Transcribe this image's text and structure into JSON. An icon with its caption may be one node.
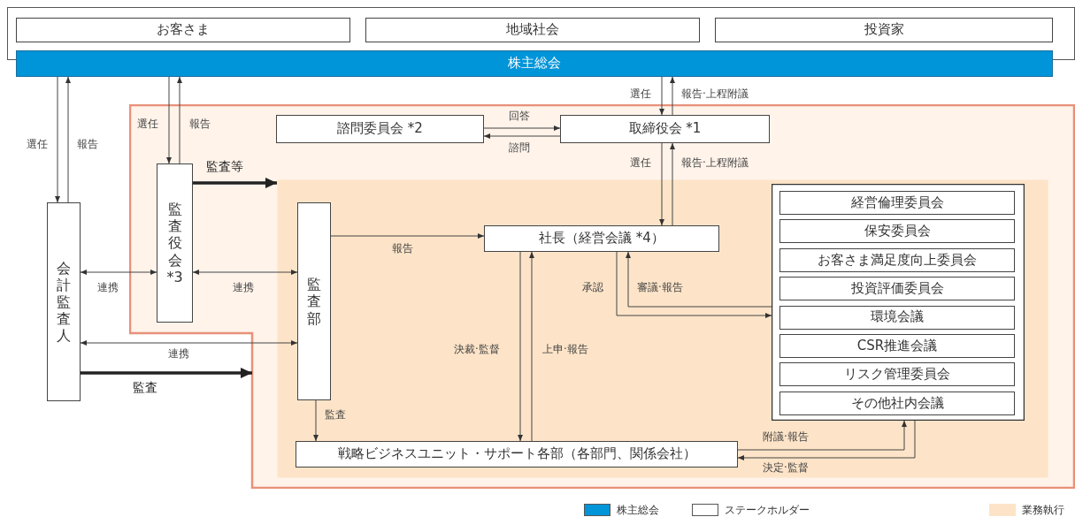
{
  "diagram": {
    "nodes": [
      {
        "text": [],
        "shape": "box"
      },
      {
        "text": [
          "お客さま"
        ],
        "in": 0
      },
      {
        "text": [
          "地域社会"
        ],
        "in": 0
      },
      {
        "text": [
          "投資家"
        ],
        "in": 0
      },
      {
        "text": [
          "株主総会"
        ]
      },
      {
        "text": [
          "会計監査人"
        ]
      },
      {
        "text": [],
        "shape": "box"
      },
      {
        "text": [
          "監査役会 *3"
        ],
        "in": 6
      },
      {
        "text": [
          "諮問委員会 *2"
        ],
        "in": 6
      },
      {
        "text": [
          "取締役会 *1"
        ],
        "in": 6
      },
      {
        "text": [],
        "shape": "box",
        "in": 6
      },
      {
        "text": [
          "監査部"
        ],
        "in": 10
      },
      {
        "text": [
          "社長（経営会議 *4）"
        ],
        "in": 10
      },
      {
        "text": [],
        "shape": "box",
        "in": 10
      },
      {
        "text": [
          "経営倫理委員会"
        ],
        "in": 13
      },
      {
        "text": [
          "保安委員会"
        ],
        "in": 13
      },
      {
        "text": [
          "お客さま満足度向上委員会"
        ],
        "in": 13
      },
      {
        "text": [
          "投資評価委員会"
        ],
        "in": 13
      },
      {
        "text": [
          "環境会議"
        ],
        "in": 13
      },
      {
        "text": [
          "CSR推進会議"
        ],
        "in": 13
      },
      {
        "text": [
          "リスク管理委員会"
        ],
        "in": 13
      },
      {
        "text": [
          "その他社内会議"
        ],
        "in": 13
      },
      {
        "text": [
          "戦略ビジネスユニット・サポート各部（各部門、関係会社）"
        ],
        "in": 10
      }
    ],
    "edges": [
      {
        "from": 4,
        "to": 5,
        "arrow": "to",
        "label": "選任"
      },
      {
        "from": 5,
        "to": 4,
        "arrow": "to",
        "label": "報告"
      },
      {
        "from": 4,
        "to": 7,
        "arrow": "to",
        "label": "選任"
      },
      {
        "from": 7,
        "to": 4,
        "arrow": "to",
        "label": "報告"
      },
      {
        "from": 4,
        "to": 9,
        "arrow": "to",
        "label": "選任"
      },
      {
        "from": 9,
        "to": 4,
        "arrow": "to",
        "label": "報告·上程附議"
      },
      {
        "from": 8,
        "to": 9,
        "arrow": "to",
        "label": "回答"
      },
      {
        "from": 9,
        "to": 8,
        "arrow": "to",
        "label": "諮問"
      },
      {
        "from": 7,
        "to": 10,
        "arrow": "to",
        "label": "監査等",
        "style": "thick"
      },
      {
        "from": 5,
        "to": 7,
        "arrow": "both",
        "label": "連携"
      },
      {
        "from": 7,
        "to": 11,
        "arrow": "both",
        "label": "連携"
      },
      {
        "from": 5,
        "to": 11,
        "arrow": "both",
        "label": "連携"
      },
      {
        "from": 5,
        "to": 6,
        "arrow": "to",
        "label": "監査",
        "style": "thick"
      },
      {
        "from": 9,
        "to": 12,
        "arrow": "to",
        "label": "選任"
      },
      {
        "from": 12,
        "to": 9,
        "arrow": "to",
        "label": "報告·上程附議"
      },
      {
        "from": 11,
        "to": 12,
        "arrow": "to",
        "label": "報告"
      },
      {
        "from": 11,
        "to": 22,
        "arrow": "to",
        "label": "監査"
      },
      {
        "from": 12,
        "to": 22,
        "arrow": "to",
        "label": "決裁·監督"
      },
      {
        "from": 22,
        "to": 12,
        "arrow": "to",
        "label": "上申·報告"
      },
      {
        "from": 12,
        "to": 13,
        "arrow": "to",
        "label": "承認"
      },
      {
        "from": 13,
        "to": 12,
        "arrow": "to",
        "label": "審議·報告"
      },
      {
        "from": 22,
        "to": 13,
        "arrow": "to",
        "label": "附議·報告"
      },
      {
        "from": 13,
        "to": 22,
        "arrow": "to",
        "label": "決定·監督"
      }
    ],
    "legend": [
      {
        "text": "株主総会",
        "color": "#0094d8"
      },
      {
        "text": "ステークホルダー",
        "color": "#ffffff"
      },
      {
        "text": "業務執行",
        "color": "#fde4c8"
      }
    ]
  }
}
